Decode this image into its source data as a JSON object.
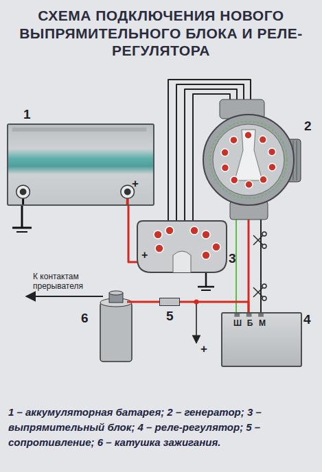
{
  "diagram": {
    "title": "СХЕМА ПОДКЛЮЧЕНИЯ НОВОГО ВЫПРЯМИТЕЛЬНОГО БЛОКА И РЕЛЕ-РЕГУЛЯТОРА",
    "caption": "1 – аккумуляторная батарея; 2 – генератор; 3 – выпрямительный блок; 4 – реле-регулятор; 5 – сопротивление; 6 – катушка зажигания.",
    "nodes": [
      {
        "text": [
          "1"
        ]
      },
      {
        "text": [
          "2"
        ]
      },
      {
        "text": [
          "3"
        ]
      },
      {
        "text": [
          "4",
          "Ш",
          "Б",
          "М"
        ]
      },
      {
        "text": [
          "5"
        ]
      },
      {
        "text": [
          "6"
        ]
      }
    ],
    "edges": [
      {
        "from": 0,
        "to": 2,
        "arrow": "none"
      },
      {
        "from": 2,
        "to": 1,
        "arrow": "none"
      },
      {
        "from": 2,
        "to": 1,
        "arrow": "none"
      },
      {
        "from": 2,
        "to": 1,
        "arrow": "none"
      },
      {
        "from": 2,
        "to": 1,
        "arrow": "none"
      },
      {
        "from": 1,
        "to": 3,
        "arrow": "none"
      },
      {
        "from": 1,
        "to": 3,
        "arrow": "none"
      },
      {
        "from": 1,
        "to": 3,
        "arrow": "none"
      },
      {
        "from": 3,
        "to": 4,
        "arrow": "none"
      },
      {
        "from": 4,
        "to": 5,
        "arrow": "none"
      }
    ],
    "labels": [
      "К контактам прерывателя",
      "+",
      "+",
      "+"
    ]
  }
}
